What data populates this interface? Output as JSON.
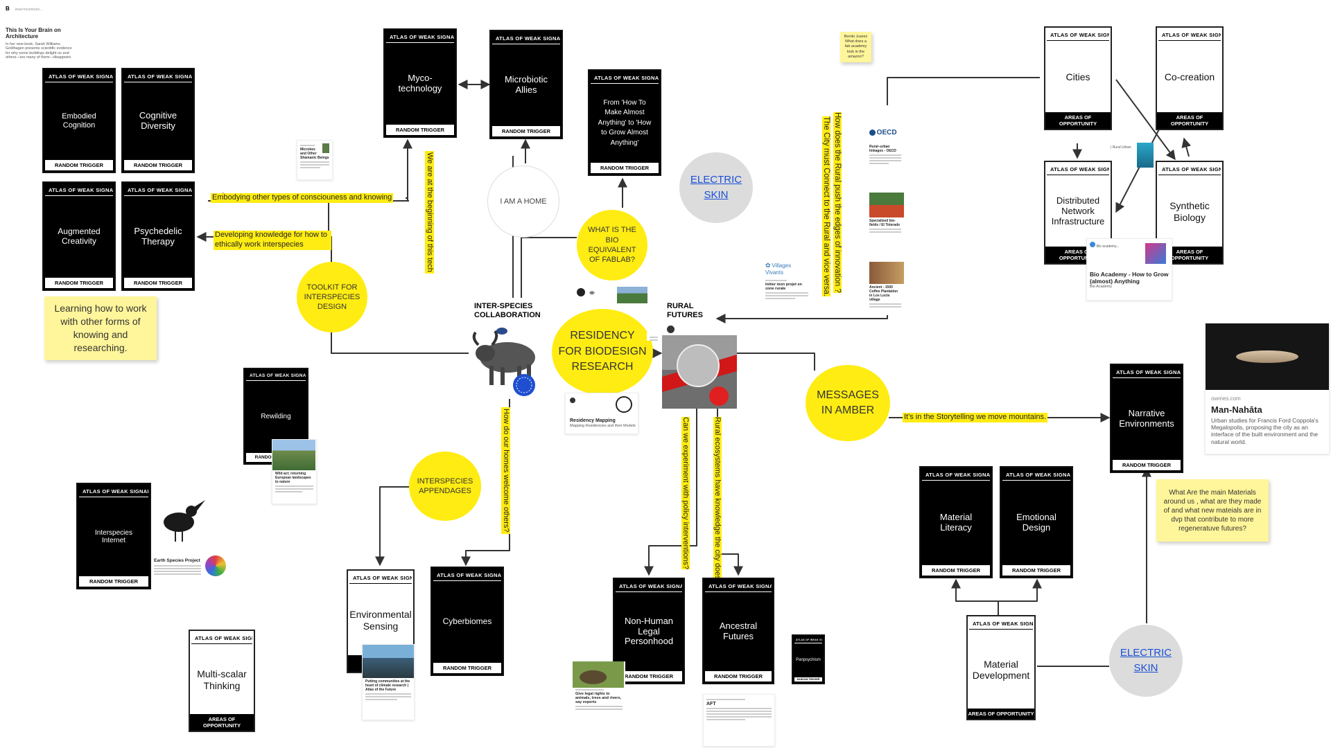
{
  "colors": {
    "highlight": "#ffec12",
    "sticky": "#fff59a",
    "card_bg": "#000000",
    "link": "#1a4fd6",
    "bubble_grey": "#dcdcdc"
  },
  "cards": {
    "card_header": "ATLAS OF WEAK SIGNALS",
    "random_trigger": "RANDOM TRIGGER",
    "areas_of_opportunity": "AREAS OF OPPORTUNITY",
    "embodied_cognition": "Embodied Cognition",
    "cognitive_diversity": "Cognitive Diversity",
    "augmented_creativity": "Augmented Creativity",
    "psychedelic_therapy": "Psychedelic Therapy",
    "myco_technology": "Myco-technology",
    "microbiotic_allies": "Microbiotic Allies",
    "fablab": "From 'How To Make Almost Anything' to 'How to Grow Almost Anything'",
    "cities": "Cities",
    "co_creation": "Co-creation",
    "distributed_network": "Distributed Network Infrastructure",
    "synthetic_biology": "Synthetic Biology",
    "rewilding": "Rewilding",
    "interspecies_internet": "Interspecies Internet",
    "multi_scalar": "Multi-scalar Thinking",
    "environmental_sensing": "Environmental Sensing",
    "cyberbiomes": "Cyberbiomes",
    "non_human": "Non-Human Legal Personhood",
    "ancestral_futures": "Ancestral Futures",
    "small_card_title": "Panpsychism",
    "narrative_environments": "Narrative Environments",
    "material_literacy": "Material Literacy",
    "emotional_design": "Emotional Design",
    "material_development": "Material Development"
  },
  "circles": {
    "toolkit": "TOOLKIT FOR INTERSPECIES DESIGN",
    "i_am_a_home": "I AM A HOME",
    "bio_fablab": "WHAT IS THE BIO EQUIVALENT OF FABLAB?",
    "electric_skin": "ELECTRIC SKIN",
    "residency": "RESIDENCY FOR BIODESIGN RESEARCH",
    "interspecies_appendages": "INTERSPECIES APPENDAGES",
    "messages_in_amber": "MESSAGES IN AMBER",
    "electric_skin_2": "ELECTRIC SKIN"
  },
  "labels": {
    "inter_species": "INTER-SPECIES COLLABORATION",
    "rural_futures": "RURAL FUTURES",
    "embodying": "Embodying other types of consciouness and knowing",
    "developing": "Developing knowledge for how to ethically work interspecies",
    "beginning_tech": "We are at the beginning of this tech",
    "homes_welcome": "How do our homes welcome others?",
    "experiment_policy": "Can we experiment with policy interventions?",
    "rural_ecosystems": "Rural ecosystems have knowledge the city does not",
    "city_rural_1": "The City must Connect to the Rural and vice versa.",
    "city_rural_2": "How does the Rural push the edges of innovation ?",
    "storytelling": "It's in the Storytelling we move mountains."
  },
  "stickies": {
    "learning": "Learning how to work with other forms of knowing and researching.",
    "benito": "Benito Juarez What does a fab academy look in the amazon?",
    "materials": "What Are the main Materials around us , what are they made of and what new mateials are in dvp that contribute to more regeneratuve futures?"
  },
  "snippets": {
    "brain_site": "www.forumbrain...",
    "brain_title": "This Is Your Brain on Architecture",
    "brain_body": "In her new book, Sarah Williams Goldhagen presents scientific evidence for why some buildings delight us and others—too many of them—disappoint.",
    "microbes_title": "Microbes and Other Shamanic Beings",
    "oecd": "OECD",
    "rural_urban_title": "Rural–urban linkages - OECD",
    "specialized": "Specialized bio-fields / El Tolerado",
    "villages_vivants": "Villages Vivants",
    "villages_title": "Initier mon projet en zone rurale",
    "ancient_coffee": "Ancient - 1500 Coffee Plantation in Los Lucia village",
    "rural_urban_tag": "| Rural Urban",
    "bio_academy_site": "Bio academy...",
    "bio_academy_title": "Bio Academy - How to Grow (almost) Anything",
    "bio_academy_src": "Bio Academy",
    "residency_mapping": "Residency Mapping",
    "residency_mapping_sub": "Mapping Residencies and their Models",
    "rewild_title": "Wild act; returning European landscapes to nature",
    "earth_species": "Earth Species Project",
    "climate_title": "Putting communities at the heart of climate research | Atlas of the Future",
    "legal_rights": "Give legal rights to animals, trees and rivers, say experts",
    "aft": "AFT",
    "man_nahata_site": "owmes.com",
    "man_nahata_title": "Man-Nahāta",
    "man_nahata_body": "Urban studies for Francis Ford Coppola's Megalopolis, proposing the city as an interface of the built environment and the natural world."
  }
}
